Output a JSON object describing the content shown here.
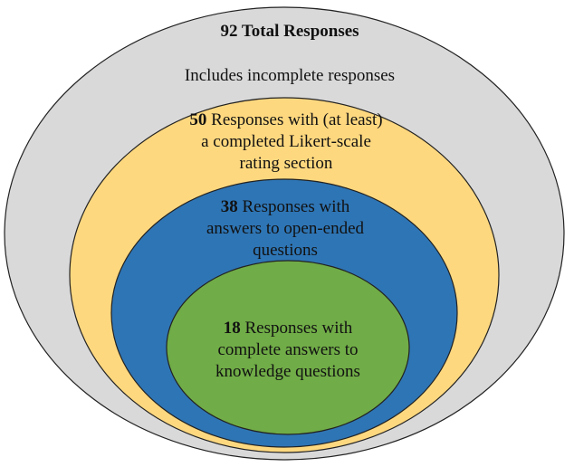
{
  "colors": {
    "outer": "#d9d9d9",
    "second": "#fed87f",
    "third": "#2e75b5",
    "inner": "#70ac47",
    "stroke": "#222222"
  },
  "levels": [
    {
      "count": "92",
      "text": "Total Responses",
      "note": "Includes incomplete responses"
    },
    {
      "count": "50",
      "text": "Responses with (at least) a completed Likert-scale rating section"
    },
    {
      "count": "38",
      "text": "Responses with answers to open-ended questions"
    },
    {
      "count": "18",
      "text": "Responses with complete answers to knowledge questions"
    }
  ]
}
